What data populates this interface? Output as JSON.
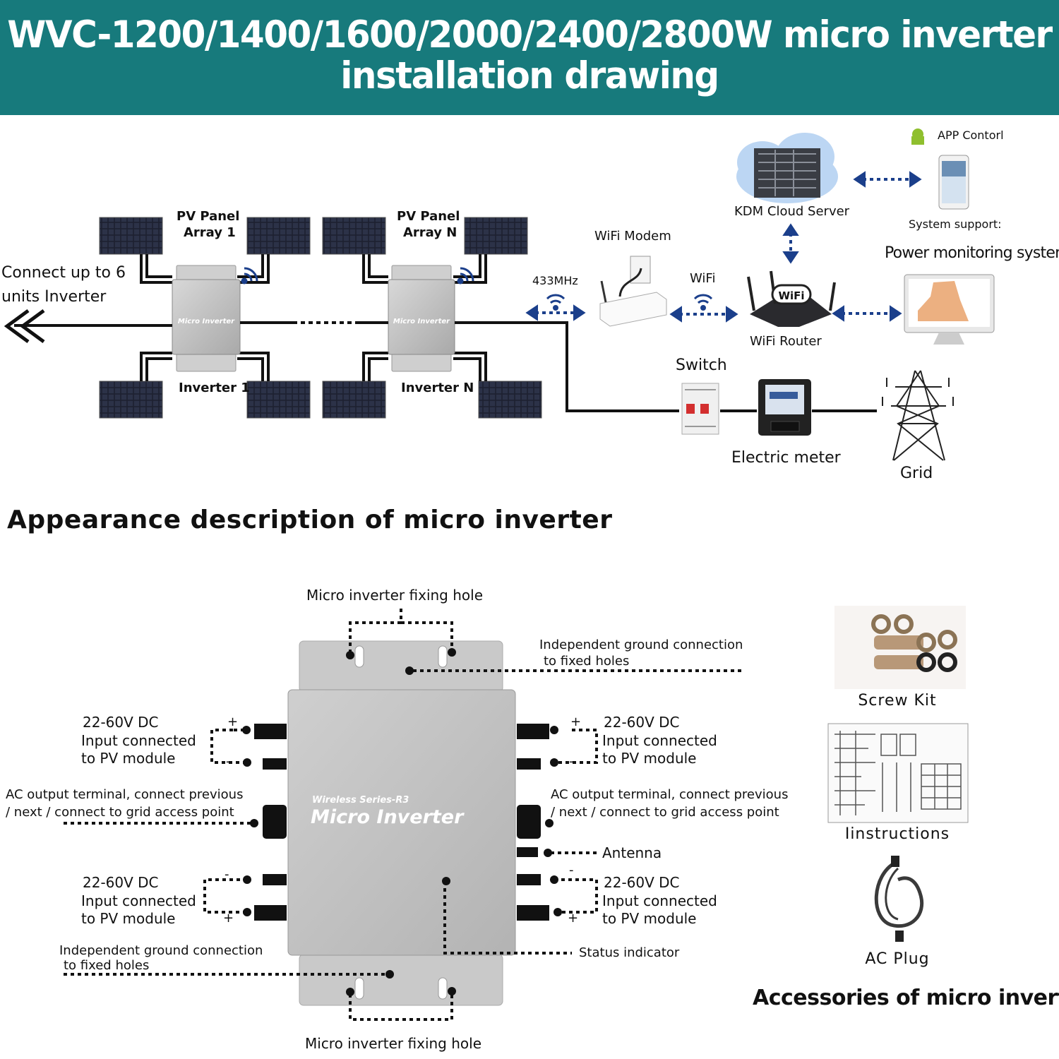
{
  "banner": {
    "title_line1": "WVC-1200/1400/1600/2000/2400/2800W micro inverter",
    "title_line2": "installation drawing",
    "color": "#177a7c"
  },
  "system": {
    "pv_array_1": [
      "PV  Panel",
      "Array 1"
    ],
    "pv_array_n": [
      "PV  Panel",
      "Array N"
    ],
    "inverter_1": "Inverter  1",
    "inverter_n": "Inverter  N",
    "connect_note": [
      "Connect up to 6",
      "units Inverter"
    ],
    "inverter_brand": "Micro Inverter",
    "freq_433": "433MHz",
    "wifi_modem": "WiFi Modem",
    "wifi": "WiFi",
    "wifi_router": "WiFi Router",
    "wifi_logo": "WiFi",
    "cloud_server": "KDM Cloud Server",
    "app_control": "APP Contorl",
    "system_support": "System support:",
    "power_monitoring": "Power monitoring system",
    "switch": "Switch",
    "electric_meter": "Electric meter",
    "grid": "Grid"
  },
  "appearance": {
    "heading": "Appearance description of micro inverter",
    "fixing_hole_top": "Micro inverter fixing hole",
    "fixing_hole_bottom": "Micro inverter fixing hole",
    "ground_top": [
      "Independent ground connection",
      "to fixed holes"
    ],
    "ground_bottom": [
      "Independent ground connection",
      "to fixed holes"
    ],
    "dc_input": [
      "22-60V DC",
      "Input connected",
      "to PV module"
    ],
    "ac_output": [
      "AC output terminal, connect previous",
      "/ next / connect to grid access point"
    ],
    "antenna": "Antenna",
    "status_indicator": "Status indicator",
    "device_series": "Wireless Series-R3",
    "device_name": "Micro Inverter",
    "plus": "+",
    "minus": "-"
  },
  "accessories": {
    "screw_kit": "Screw Kit",
    "instructions": "Iinstructions",
    "ac_plug": "AC Plug",
    "heading": "Accessories of micro inverter"
  }
}
